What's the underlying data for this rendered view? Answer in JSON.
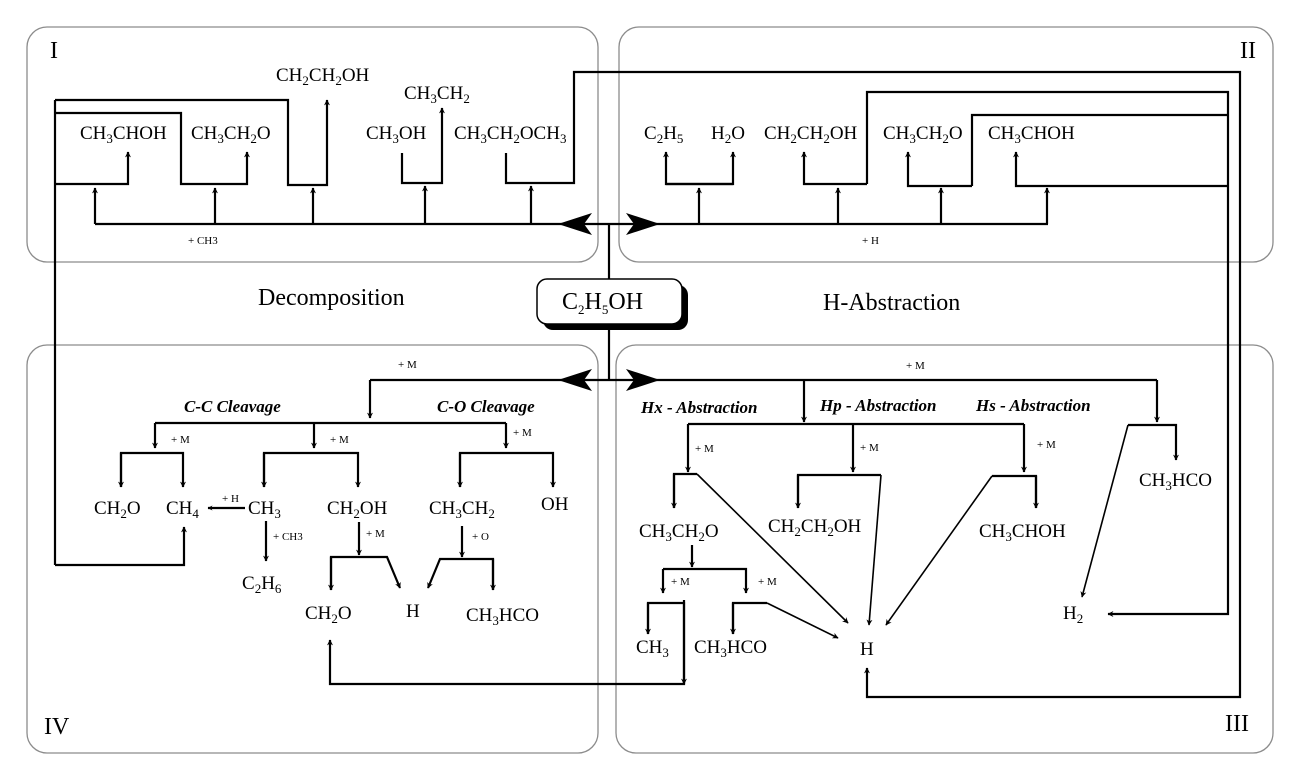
{
  "center": {
    "label": "C2H5OH"
  },
  "sections": {
    "decomposition": "Decomposition",
    "h_abstraction": "H-Abstraction"
  },
  "panels": {
    "I": {
      "roman": "I",
      "condition": "+ CH3",
      "products": [
        "CH3CHOH",
        "CH3CH2O",
        "CH2CH2OH",
        "CH3OH",
        "CH3CH2",
        "CH3CH2OCH3"
      ]
    },
    "II": {
      "roman": "II",
      "condition": "+ H",
      "products": [
        "C2H5",
        "H2O",
        "CH2CH2OH",
        "CH3CH2O",
        "CH3CHOH"
      ]
    },
    "III": {
      "roman": "III",
      "condition": "+ M",
      "headings": [
        "Hx - Abstraction",
        "Hp - Abstraction",
        "Hs - Abstraction"
      ],
      "sub_conditions": [
        "+ M",
        "+ M",
        "+ M",
        "+ M",
        "+ M"
      ],
      "products": [
        "CH3CH2O",
        "CH2CH2OH",
        "CH3CHOH",
        "CH3HCO",
        "CH3",
        "CH3HCO",
        "H",
        "H2"
      ]
    },
    "IV": {
      "roman": "IV",
      "condition": "+ M",
      "headings": [
        "C-C Cleavage",
        "C-O Cleavage"
      ],
      "sub_conditions": [
        "+ M",
        "+ M",
        "+ M",
        "+ H",
        "+ CH3",
        "+ M",
        "+ O"
      ],
      "products": [
        "CH2O",
        "CH4",
        "CH3",
        "CH2OH",
        "CH3CH2",
        "OH",
        "C2H6",
        "CH2O",
        "H",
        "CH3HCO"
      ]
    }
  }
}
